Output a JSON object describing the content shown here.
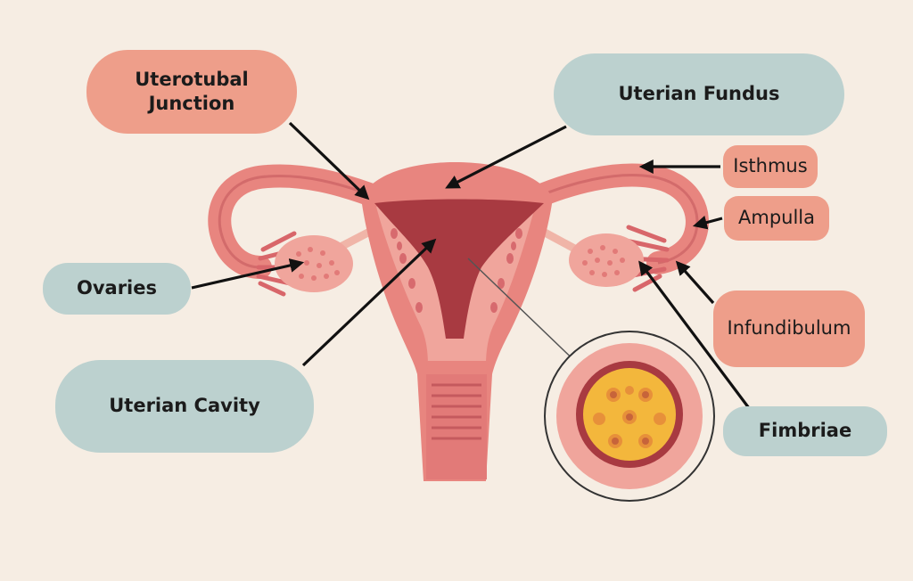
{
  "labels": {
    "uterotubal": "Uterotubal\nJunction",
    "fundus": "Uterian Fundus",
    "isthmus": "Isthmus",
    "ampulla": "Ampulla",
    "ovaries": "Ovaries",
    "infundibulum": "Infundibulum",
    "cavity": "Uterian Cavity",
    "fimbriae": "Fimbriae"
  },
  "colors": {
    "background": "#f6ede3",
    "teal_label": "#bcd1cf",
    "salmon_label": "#ee9e8a",
    "tissue": "#e8857f",
    "tissue_light": "#f0a59c",
    "tissue_dark": "#c55a5e",
    "cavity": "#a83a41",
    "egg_yellow": "#f3b73c"
  }
}
